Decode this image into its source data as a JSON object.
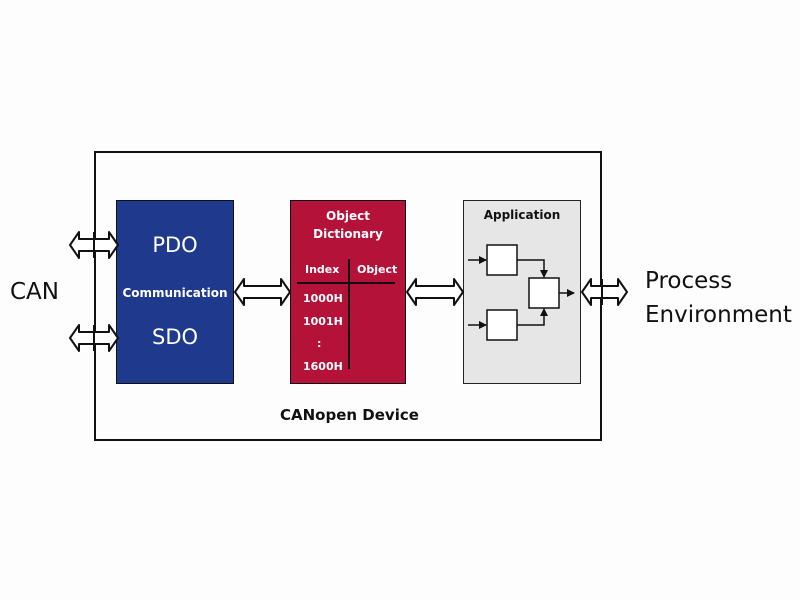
{
  "left_label": "CAN",
  "right_label": [
    "Process",
    "Environment"
  ],
  "device": {
    "label": "CANopen Device"
  },
  "communication": {
    "top_label": "PDO",
    "middle_label": "Communication",
    "bottom_label": "SDO",
    "fill": "#1f3a8c"
  },
  "object_dictionary": {
    "title": [
      "Object",
      "Dictionary"
    ],
    "columns": [
      "Index",
      "Object"
    ],
    "rows": [
      "1000H",
      "1001H",
      ":",
      "1600H"
    ],
    "fill": "#b5123a"
  },
  "application": {
    "title": "Application",
    "fill": "#e6e6e6"
  }
}
